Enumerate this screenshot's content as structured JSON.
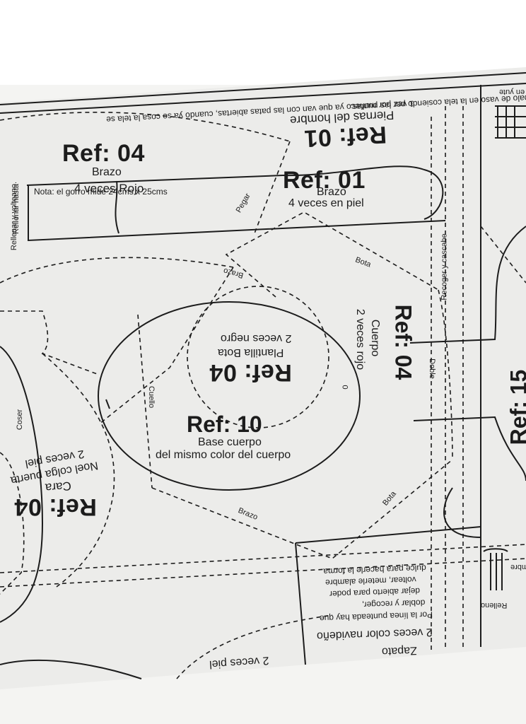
{
  "top_band": {
    "line1": "1 vez por muñeco ya que van con las patas abiertas, cuando ya se cosa la tela se",
    "line2": "pone un palo de vaso en la tela cosiendo por las puntas."
  },
  "piece_legs": {
    "ref": "Ref: 01",
    "name": "Piernas del hombre"
  },
  "piece_arm_red": {
    "ref": "Ref: 04",
    "name": "Brazo",
    "sub": "4 veces Rojo",
    "note": "Nota: el gorro mide 24cms x 25cms",
    "side_a": "Rellenar y volteano.",
    "side_b": "Rellenar hasta",
    "edge": "Pegar"
  },
  "piece_arm_skin": {
    "ref": "Ref: 01",
    "name": "Brazo",
    "sub": "4 veces en piel"
  },
  "piece_body": {
    "ref": "Ref: 04",
    "name": "Cuerpo",
    "sub": "2 veces rojo",
    "edge_a": "Recoger y cascabe",
    "edge_b": "Doble"
  },
  "piece_sole": {
    "ref": "Ref: 04",
    "name": "Plantilla Bota",
    "sub": "2 veces negro",
    "mark": "0"
  },
  "piece_base": {
    "ref": "Ref: 10",
    "name": "Base cuerpo",
    "sub": "del mismo color del cuerpo"
  },
  "piece_face": {
    "ref": "Ref: 04",
    "name": "Cara",
    "sub1": "Noel colga puerta",
    "sub2": "2 veces piel",
    "edge": "Coser"
  },
  "piece_15": {
    "ref": "Ref: 15"
  },
  "edge_labels": {
    "brazo": "Brazo",
    "bota": "Bota",
    "cuello": "Cuello",
    "fabric": "en yute"
  },
  "piece_shoe": {
    "name": "Zapato",
    "sub": "2 veces color navideño",
    "instr1": "Por la línea punteada hay que",
    "instr2": "doblar y recoger,",
    "instr3": "dejar abierto para poder",
    "instr4": "voltear, meterle alambre",
    "instr5": "dulce para hacerle la forma.",
    "relleno": "Relleno",
    "side": "mbre"
  },
  "bottom": {
    "label": "2 veces piel"
  }
}
